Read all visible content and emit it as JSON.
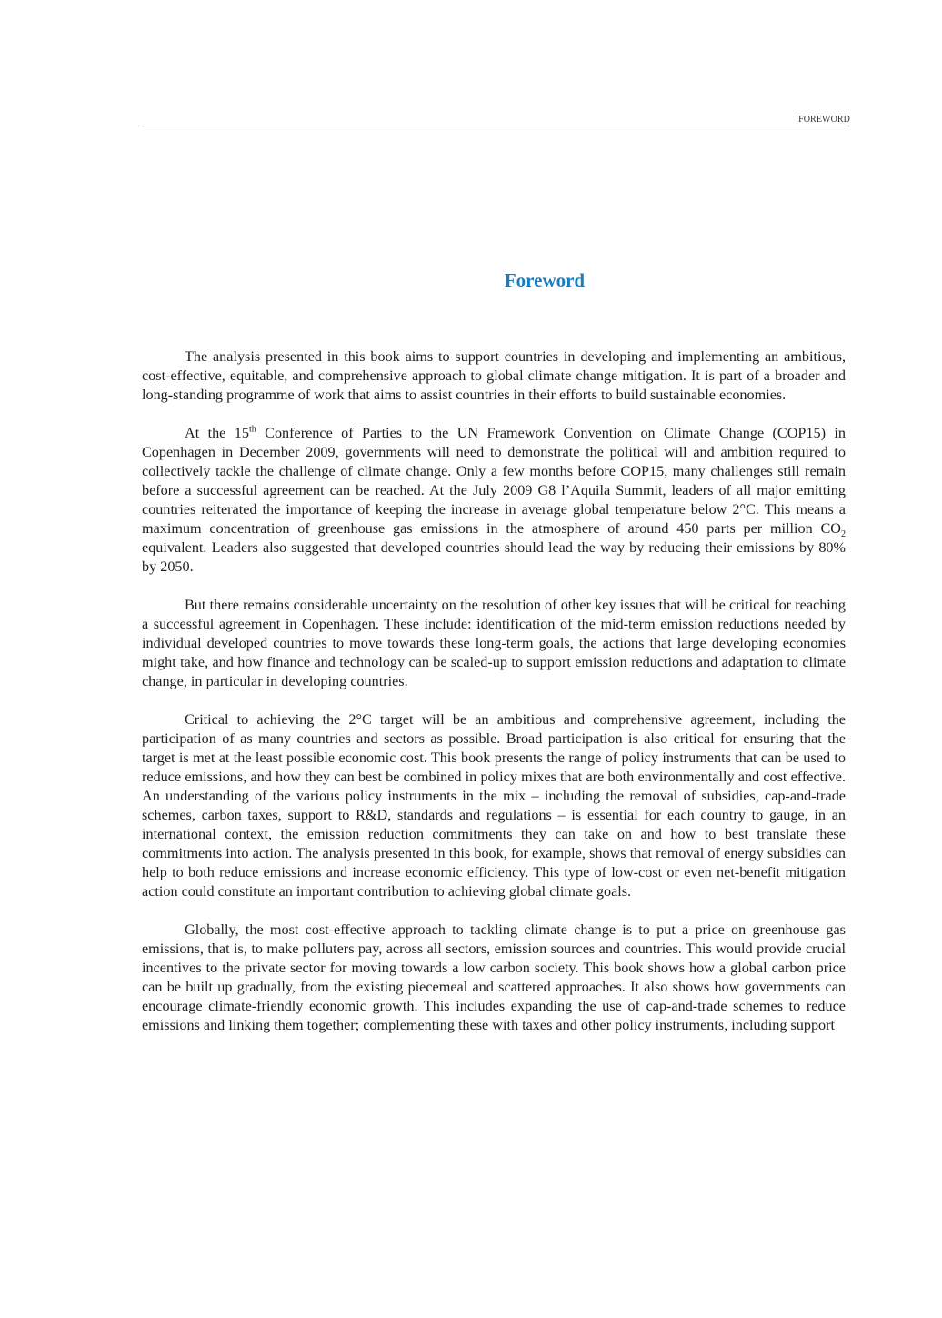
{
  "header": {
    "running_title": "FOREWORD"
  },
  "title": "Foreword",
  "colors": {
    "title": "#1b7bbf",
    "rule": "#8c8c8c",
    "text": "#1e1e1e"
  },
  "paragraphs": {
    "p1": {
      "text": "The analysis presented in this book aims to support countries in developing and implementing an ambitious, cost-effective, equitable, and comprehensive approach to global climate change mitigation. It is part of a broader and long-standing programme of work that aims to assist countries in their efforts to build sustainable economies."
    },
    "p2": {
      "a": "At the 15",
      "sup": "th",
      "b": " Conference of Parties to the UN Framework Convention on Climate Change (COP15) in Copenhagen in December 2009, governments will need to demonstrate the political will and ambition required to collectively tackle the challenge of climate change. Only a few months before COP15, many challenges still remain before a successful agreement can be reached. At the July 2009 G8 l’Aquila Summit, leaders of all major emitting countries reiterated the importance of keeping the increase in average global temperature below 2°C. This means a maximum concentration of greenhouse gas emissions in the atmosphere of around 450 parts per million CO",
      "sub": "2",
      "c": " equivalent. Leaders also suggested that developed countries should lead the way by reducing their emissions by 80% by 2050."
    },
    "p3": {
      "text": "But there remains considerable uncertainty on the resolution of other key issues that will be critical for reaching a successful agreement in Copenhagen. These include: identification of the mid-term emission reductions needed by individual developed countries to move towards these long-term goals, the actions that large developing economies might take, and how finance and technology can be scaled-up to support emission reductions and adaptation to climate change, in particular in developing countries."
    },
    "p4": {
      "text": "Critical to achieving the 2°C target will be an ambitious and comprehensive agreement, including the participation of as many countries and sectors as possible. Broad participation is also critical for ensuring that the target is met at the least possible economic cost. This book presents the range of policy instruments that can be used to reduce emissions, and how they can best be combined in policy mixes that are both environmentally and cost effective. An understanding of the various policy instruments in the mix – including the removal of subsidies, cap-and-trade schemes, carbon taxes, support to R&D, standards and regulations – is essential for each country to gauge, in an international context, the emission reduction commitments they can take on and how to best translate these commitments into action. The analysis presented in this book, for example, shows that removal of energy subsidies can help to both reduce emissions and increase economic efficiency. This type of low-cost or even net-benefit mitigation action could constitute an important contribution to achieving global climate goals."
    },
    "p5": {
      "text": "Globally, the most cost-effective approach to tackling climate change is to put a price on greenhouse gas emissions, that is, to make polluters pay, across all sectors, emission sources and countries. This would provide crucial incentives to the private sector for moving towards a low carbon society. This book shows how a global carbon price can be built up gradually, from the existing piecemeal and scattered approaches. It also shows how governments can encourage climate-friendly economic growth. This includes expanding the use of cap-and-trade schemes to reduce emissions and linking them together; complementing these with taxes and other policy instruments, including support"
    }
  }
}
